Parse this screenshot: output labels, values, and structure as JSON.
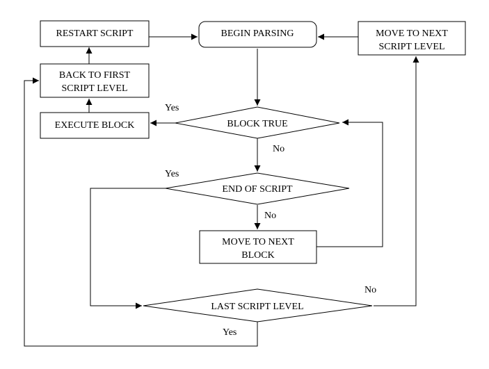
{
  "nodes": {
    "restart_script": {
      "lines": [
        "RESTART SCRIPT"
      ]
    },
    "begin_parsing": {
      "lines": [
        "BEGIN PARSING"
      ]
    },
    "move_next_level": {
      "lines": [
        "MOVE TO NEXT",
        "SCRIPT LEVEL"
      ]
    },
    "back_first_level": {
      "lines": [
        "BACK TO FIRST",
        "SCRIPT LEVEL"
      ]
    },
    "execute_block": {
      "lines": [
        "EXECUTE BLOCK"
      ]
    },
    "block_true": {
      "lines": [
        "BLOCK TRUE"
      ]
    },
    "end_of_script": {
      "lines": [
        "END OF SCRIPT"
      ]
    },
    "move_next_block": {
      "lines": [
        "MOVE TO NEXT",
        "BLOCK"
      ]
    },
    "last_script_level": {
      "lines": [
        "LAST SCRIPT LEVEL"
      ]
    }
  },
  "edge_labels": {
    "block_true_yes": "Yes",
    "block_true_no": "No",
    "end_of_script_yes": "Yes",
    "end_of_script_no": "No",
    "last_level_no": "No",
    "last_level_yes": "Yes"
  }
}
